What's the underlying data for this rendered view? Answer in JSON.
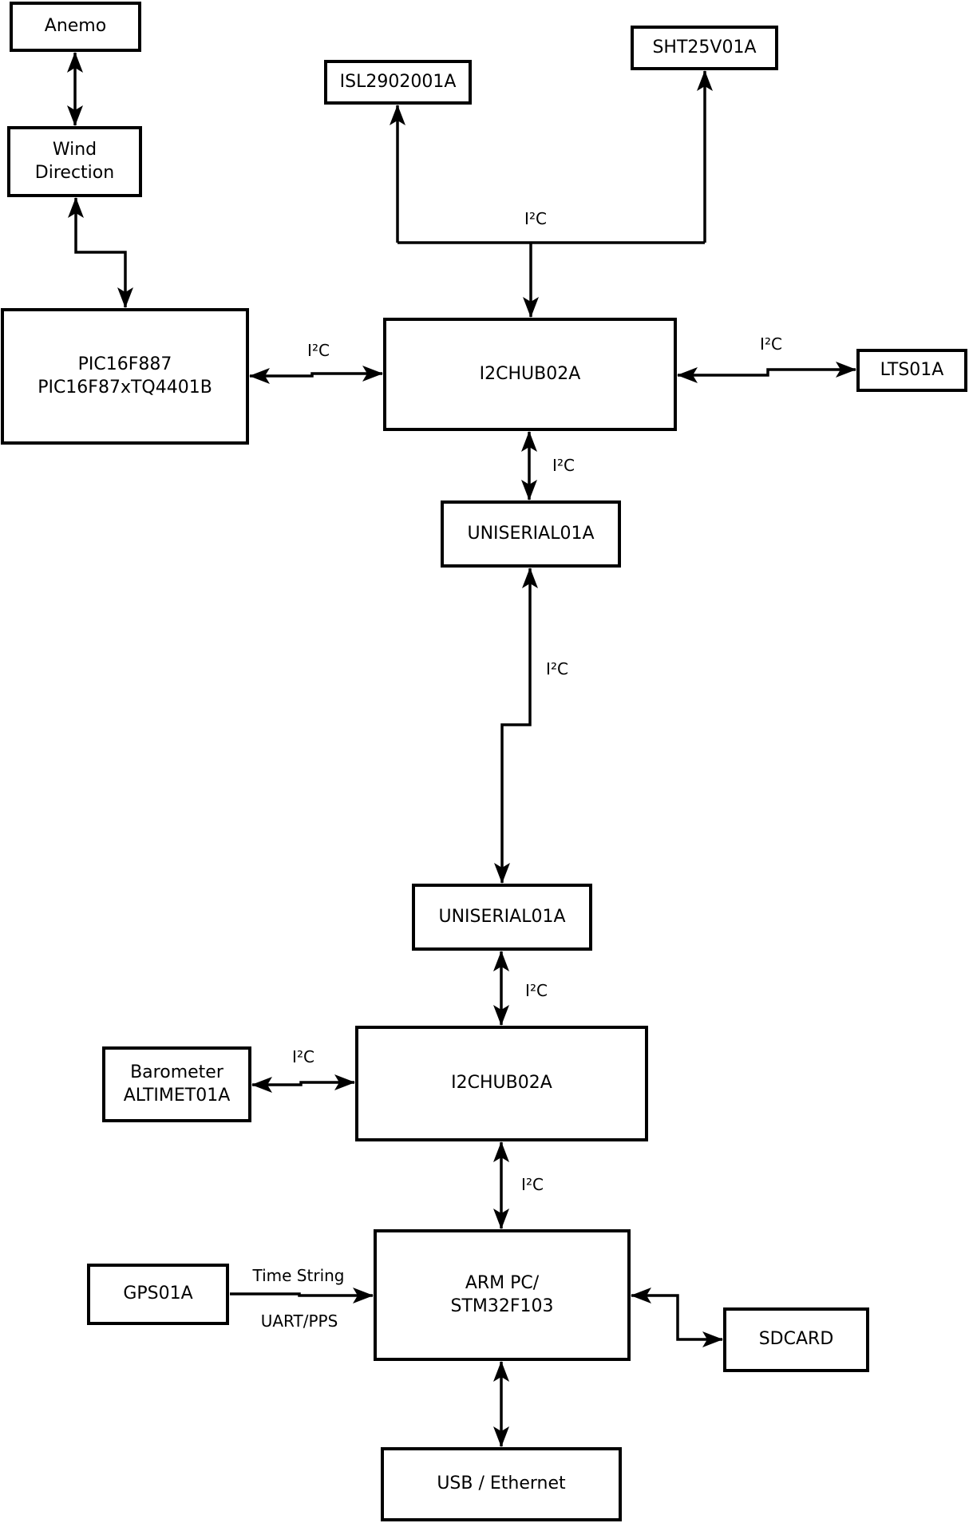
{
  "diagram": {
    "type": "block-diagram",
    "description": "Weather station hardware architecture block diagram"
  },
  "colors": {
    "background": "#ffffff",
    "line": "#000000",
    "box_fill": "#ffffff",
    "text": "#000000"
  },
  "nodes": {
    "anemo": {
      "label": "Anemo"
    },
    "wind_direction": {
      "label": "Wind\nDirection"
    },
    "pic": {
      "label": "PIC16F887\nPIC16F87xTQ4401B"
    },
    "isl": {
      "label": "ISL2902001A"
    },
    "sht": {
      "label": "SHT25V01A"
    },
    "i2chub_top": {
      "label": "I2CHUB02A"
    },
    "lts": {
      "label": "LTS01A"
    },
    "uniserial_top": {
      "label": "UNISERIAL01A"
    },
    "uniserial_bottom": {
      "label": "UNISERIAL01A"
    },
    "i2chub_bottom": {
      "label": "I2CHUB02A"
    },
    "barometer": {
      "label": "Barometer\nALTIMET01A"
    },
    "arm_pc": {
      "label": "ARM PC/\nSTM32F103"
    },
    "gps": {
      "label": "GPS01A"
    },
    "sdcard": {
      "label": "SDCARD"
    },
    "usb_ethernet": {
      "label": "USB / Ethernet"
    }
  },
  "edge_labels": {
    "i2c": "I²C",
    "time_string": "Time String",
    "uart_pps": "UART/PPS"
  }
}
